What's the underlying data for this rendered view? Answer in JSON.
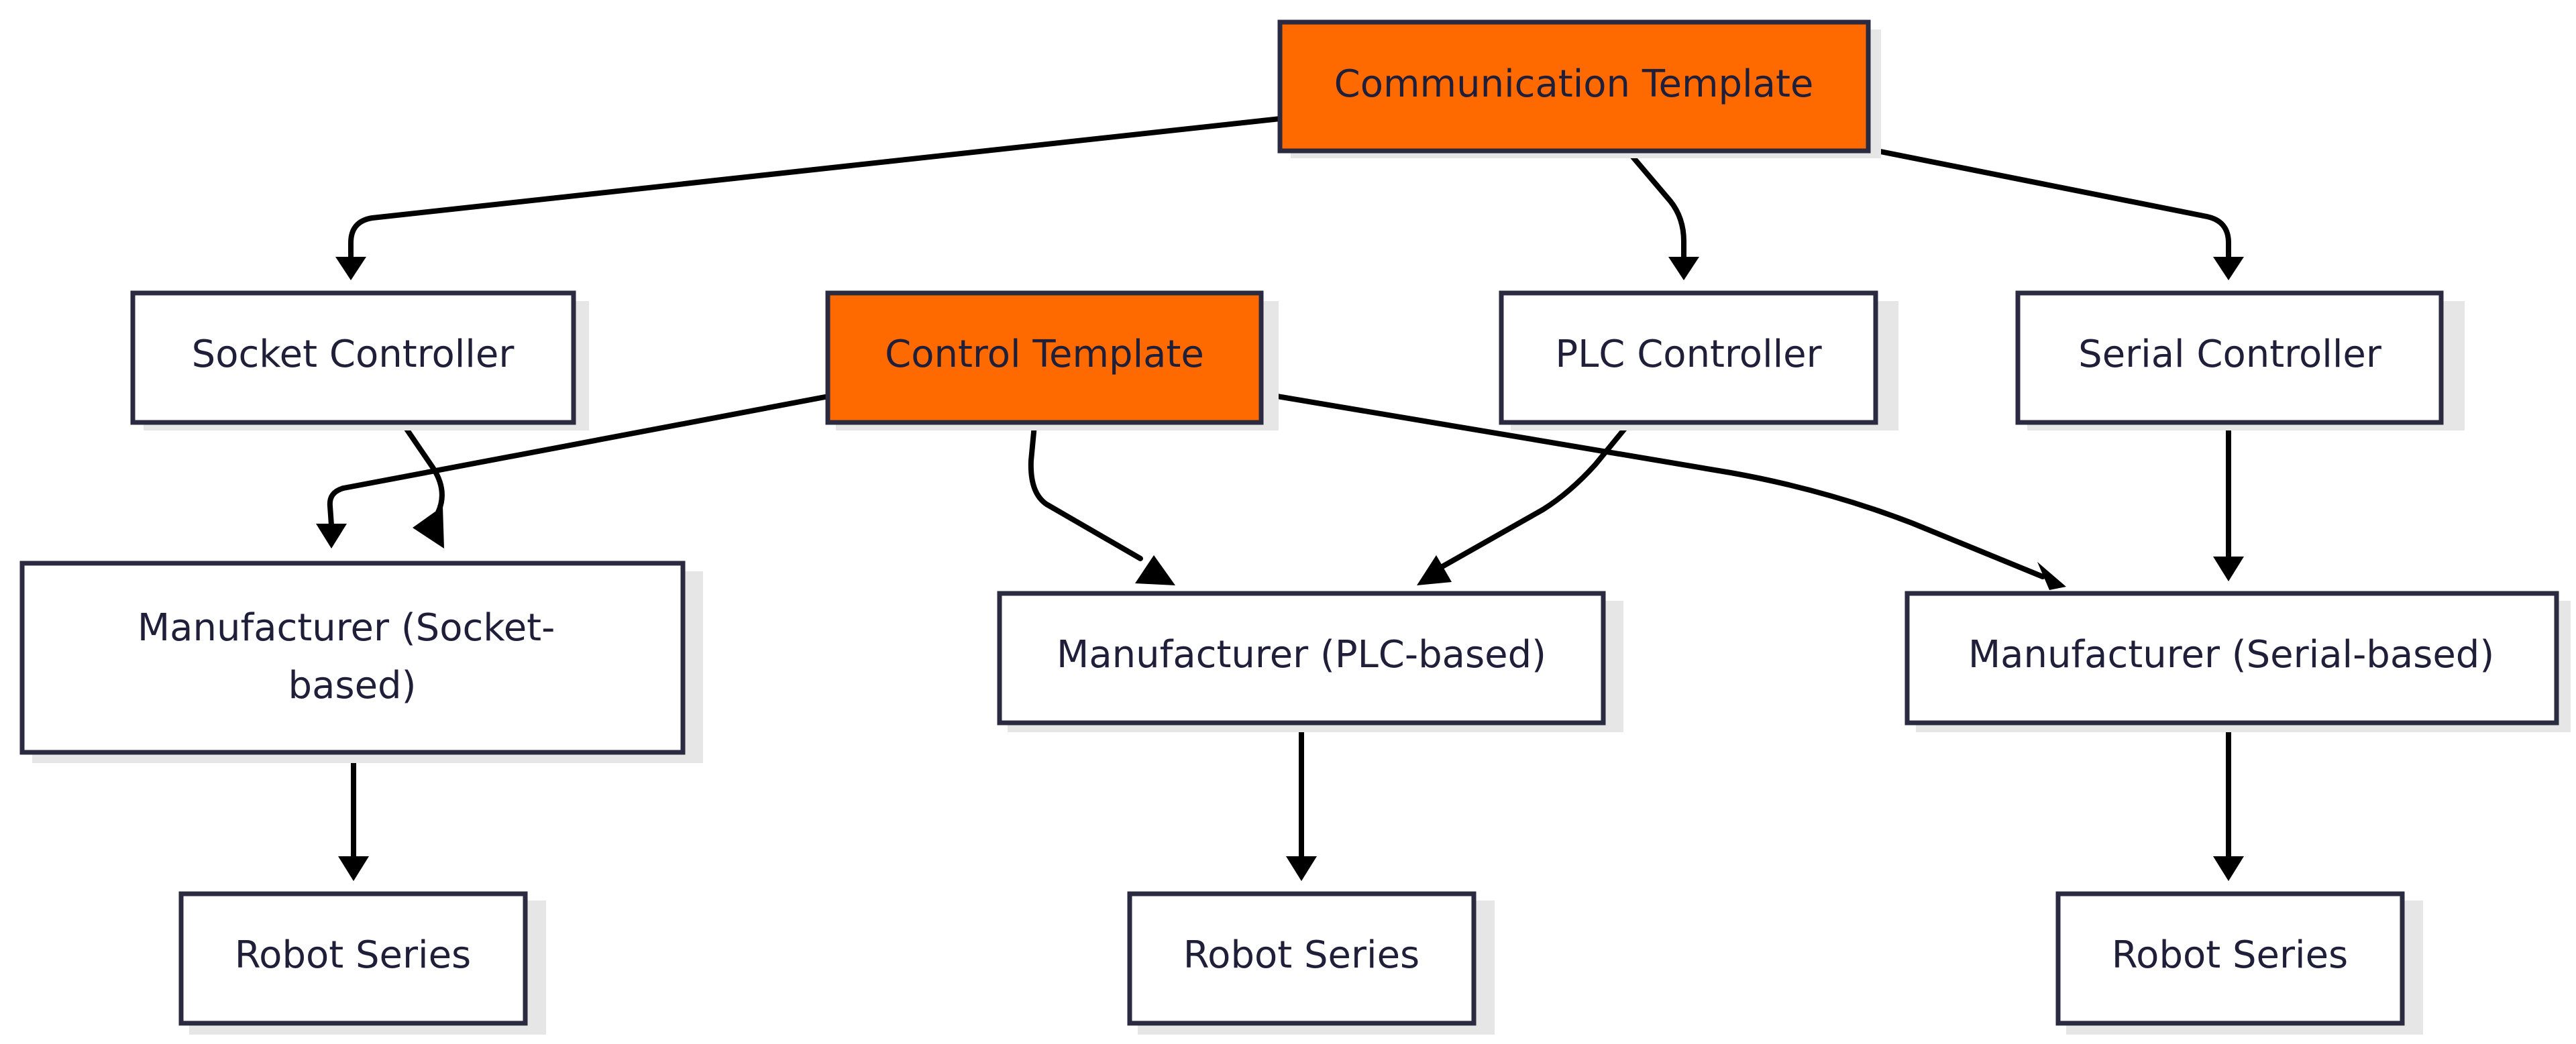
{
  "colors": {
    "template_fill": "#FF6A00",
    "node_fill": "#FFFFFF",
    "node_border": "#2A2A40",
    "text": "#1F1F3A",
    "edge": "#000000"
  },
  "nodes": {
    "communication_template": {
      "label": "Communication Template",
      "style": "template"
    },
    "control_template": {
      "label": "Control Template",
      "style": "template"
    },
    "socket_controller": {
      "label": "Socket Controller",
      "style": "plain"
    },
    "plc_controller": {
      "label": "PLC Controller",
      "style": "plain"
    },
    "serial_controller": {
      "label": "Serial Controller",
      "style": "plain"
    },
    "manufacturer_socket": {
      "label_line1": "Manufacturer (Socket-",
      "label_line2": "based)",
      "style": "plain"
    },
    "manufacturer_plc": {
      "label": "Manufacturer (PLC-based)",
      "style": "plain"
    },
    "manufacturer_serial": {
      "label": "Manufacturer (Serial-based)",
      "style": "plain"
    },
    "robot_series_socket": {
      "label": "Robot Series",
      "style": "plain"
    },
    "robot_series_plc": {
      "label": "Robot Series",
      "style": "plain"
    },
    "robot_series_serial": {
      "label": "Robot Series",
      "style": "plain"
    }
  },
  "edges": [
    {
      "from": "communication_template",
      "to": "socket_controller"
    },
    {
      "from": "communication_template",
      "to": "plc_controller"
    },
    {
      "from": "communication_template",
      "to": "serial_controller"
    },
    {
      "from": "control_template",
      "to": "manufacturer_socket"
    },
    {
      "from": "socket_controller",
      "to": "manufacturer_socket"
    },
    {
      "from": "control_template",
      "to": "manufacturer_plc"
    },
    {
      "from": "plc_controller",
      "to": "manufacturer_plc"
    },
    {
      "from": "control_template",
      "to": "manufacturer_serial"
    },
    {
      "from": "serial_controller",
      "to": "manufacturer_serial"
    },
    {
      "from": "manufacturer_socket",
      "to": "robot_series_socket"
    },
    {
      "from": "manufacturer_plc",
      "to": "robot_series_plc"
    },
    {
      "from": "manufacturer_serial",
      "to": "robot_series_serial"
    }
  ]
}
